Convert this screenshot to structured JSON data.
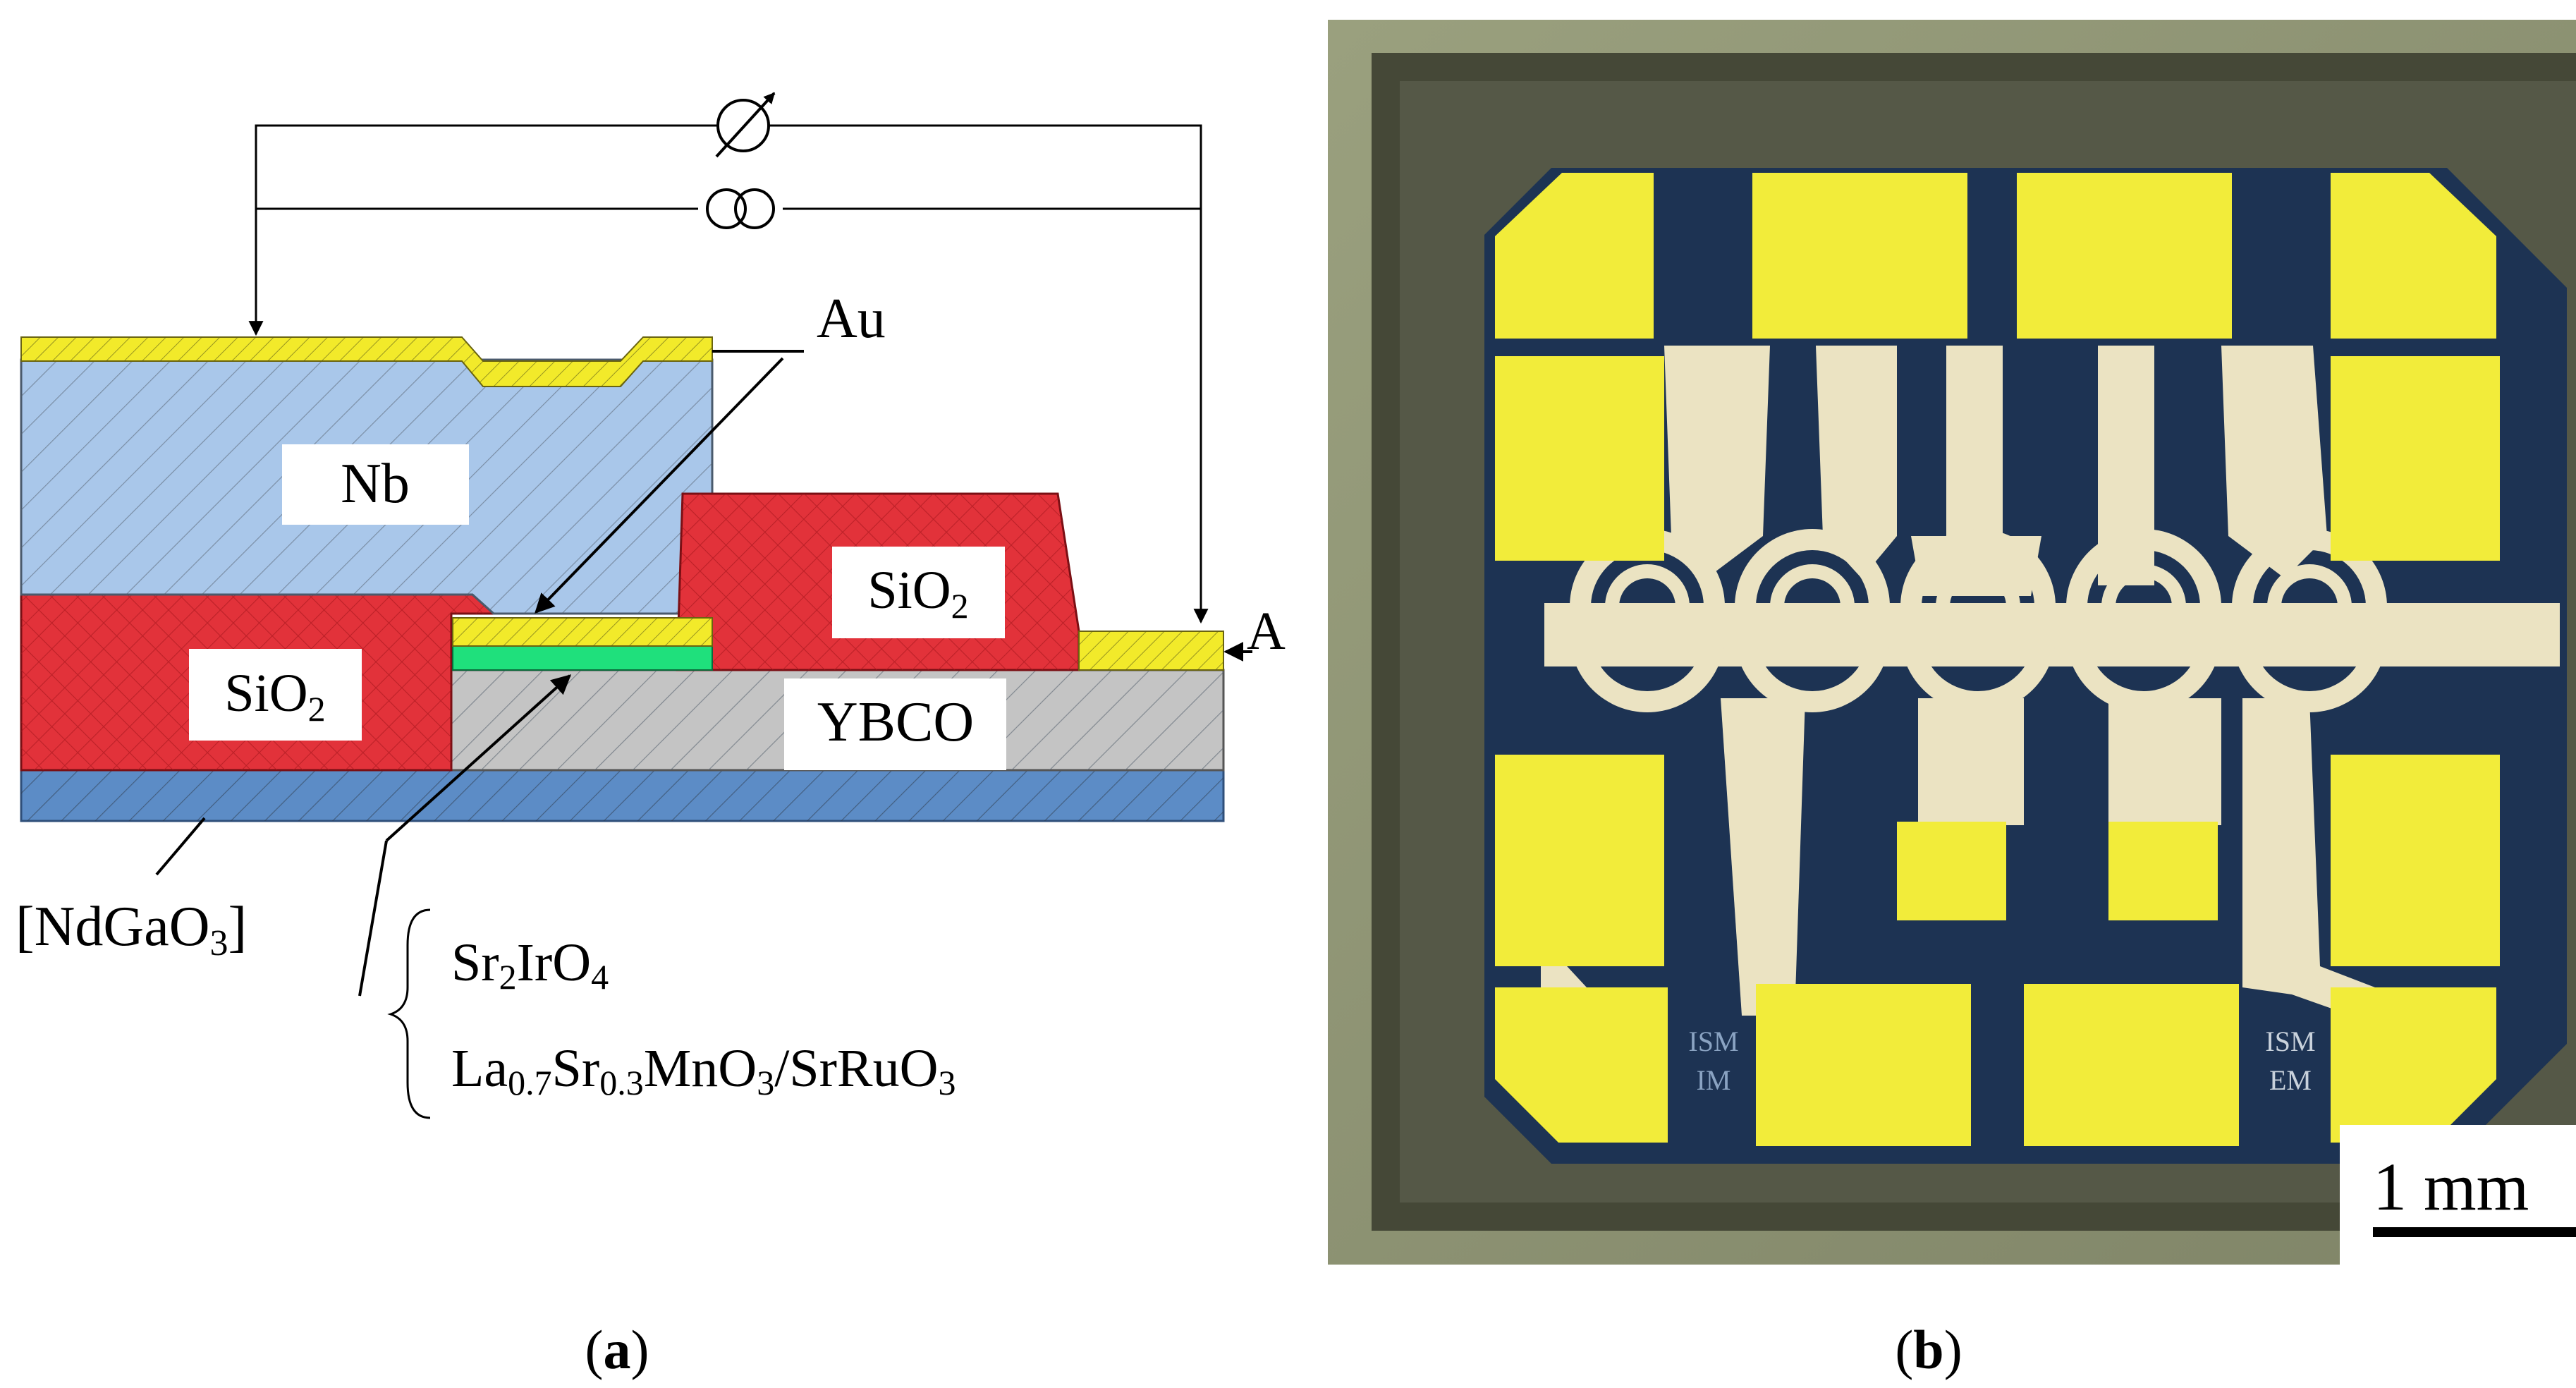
{
  "panel_a": {
    "caption_letter": "a",
    "labels": {
      "au": "Au",
      "nb": "Nb",
      "sio2_right": {
        "base": "SiO",
        "sub": "2"
      },
      "sio2_left": {
        "base": "SiO",
        "sub": "2"
      },
      "ybco": "YBCO",
      "a": "A",
      "substrate": {
        "open": "[NdGaO",
        "sub": "3",
        "close": "]"
      },
      "interlayer_1": {
        "p1": "Sr",
        "s1": "2",
        "p2": "IrO",
        "s2": "4"
      },
      "interlayer_2": {
        "p1": "La",
        "s1": "0.7",
        "p2": "Sr",
        "s2": "0.3",
        "p3": "MnO",
        "s3": "3",
        "p4": "/SrRuO",
        "s4": "3"
      }
    },
    "colors": {
      "au": "#f2ea2a",
      "nb": "#a9c7ea",
      "sio2": "#e2323a",
      "ybco": "#c4c4c4",
      "substrate": "#5c8cc6",
      "interlayer": "#1fe07c"
    }
  },
  "panel_b": {
    "caption_letter": "b",
    "scale_bar": "1 mm",
    "chip_marks": [
      "ISM",
      "IM",
      "ISM",
      "EM"
    ],
    "colors": {
      "pad": "#f2ec3a",
      "film": "#ebe3c2",
      "substrate": "#1d3353",
      "frame": "#454837",
      "background": "#8e9273"
    }
  }
}
